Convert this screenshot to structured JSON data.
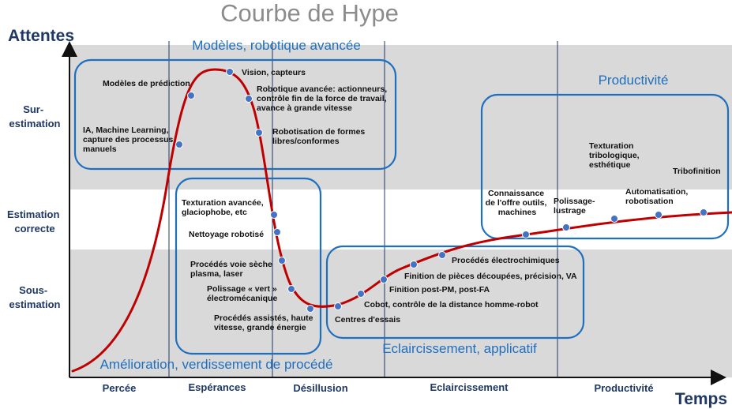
{
  "title": "Courbe de Hype",
  "axes": {
    "y_label": "Attentes",
    "x_label": "Temps"
  },
  "levels": [
    {
      "lines": [
        "Sur-",
        "estimation"
      ]
    },
    {
      "lines": [
        "Estimation",
        "correcte"
      ]
    },
    {
      "lines": [
        "Sous-",
        "estimation"
      ]
    }
  ],
  "phases": [
    "Percée",
    "Espérances",
    "Désillusion",
    "Eclaircissement",
    "Productivité"
  ],
  "groups": [
    {
      "label": "Modèles, robotique avancée"
    },
    {
      "label": "Productivité"
    },
    {
      "label": "Eclaircissement, applicatif"
    },
    {
      "label": "Amélioration, verdissement de procédé"
    }
  ],
  "items": [
    {
      "lines": [
        "IA, Machine Learning,",
        "capture des processus",
        "manuels"
      ]
    },
    {
      "lines": [
        "Modèles de prédiction"
      ]
    },
    {
      "lines": [
        "Vision, capteurs"
      ]
    },
    {
      "lines": [
        "Robotique avancée: actionneurs,",
        "contrôle fin de la force de travail,",
        "avance à grande vitesse"
      ]
    },
    {
      "lines": [
        "Robotisation de formes",
        "libres/conformes"
      ]
    },
    {
      "lines": [
        "Texturation avancée,",
        "glaciophobe, etc"
      ]
    },
    {
      "lines": [
        "Nettoyage robotisé"
      ]
    },
    {
      "lines": [
        "Procédés voie sèche",
        "plasma, laser"
      ]
    },
    {
      "lines": [
        "Polissage « vert »",
        "électromécanique"
      ]
    },
    {
      "lines": [
        "Procédés assistés, haute",
        "vitesse, grande énergie"
      ]
    },
    {
      "lines": [
        "Centres d'essais"
      ]
    },
    {
      "lines": [
        "Cobot, contrôle de la distance homme-robot"
      ]
    },
    {
      "lines": [
        "Finition post-PM, post-FA"
      ]
    },
    {
      "lines": [
        "Finition de pièces découpées, précision, VA"
      ]
    },
    {
      "lines": [
        "Procédés électrochimiques"
      ]
    },
    {
      "lines": [
        "Connaissance",
        "de l'offre outils,",
        "machines"
      ]
    },
    {
      "lines": [
        "Polissage-",
        "lustrage"
      ]
    },
    {
      "lines": [
        "Texturation",
        "tribologique,",
        "esthétique"
      ]
    },
    {
      "lines": [
        "Automatisation,",
        "robotisation"
      ]
    },
    {
      "lines": [
        "Tribofinition"
      ]
    }
  ],
  "colors": {
    "curve": "#c00000",
    "marker": "#4472c4",
    "group_border": "#1f6fbf",
    "band_gray": "#d9d9d9",
    "axis_text": "#1f3864",
    "group_text": "#1f6fbf"
  }
}
